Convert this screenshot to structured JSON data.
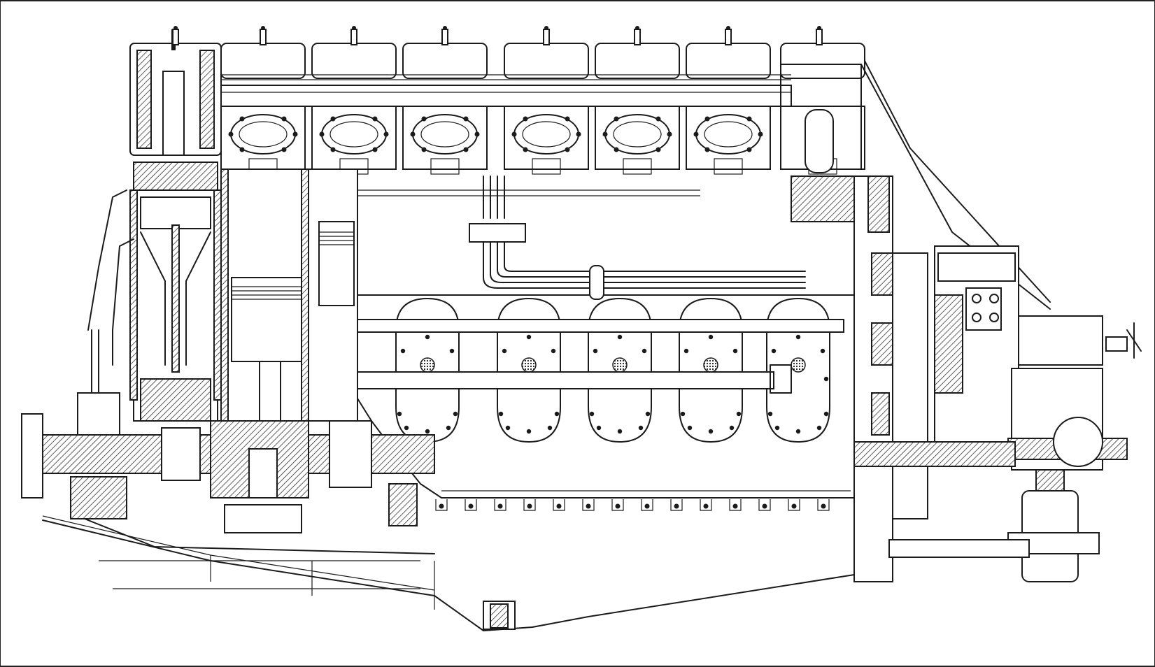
{
  "diagram": {
    "description_visible_text": "",
    "colors": {
      "ink": "#1b1b1b",
      "paper": "#ffffff"
    },
    "components": {
      "cylinders": 7,
      "inspection_covers": 6,
      "crankcase_bolts_lower": 14
    }
  }
}
